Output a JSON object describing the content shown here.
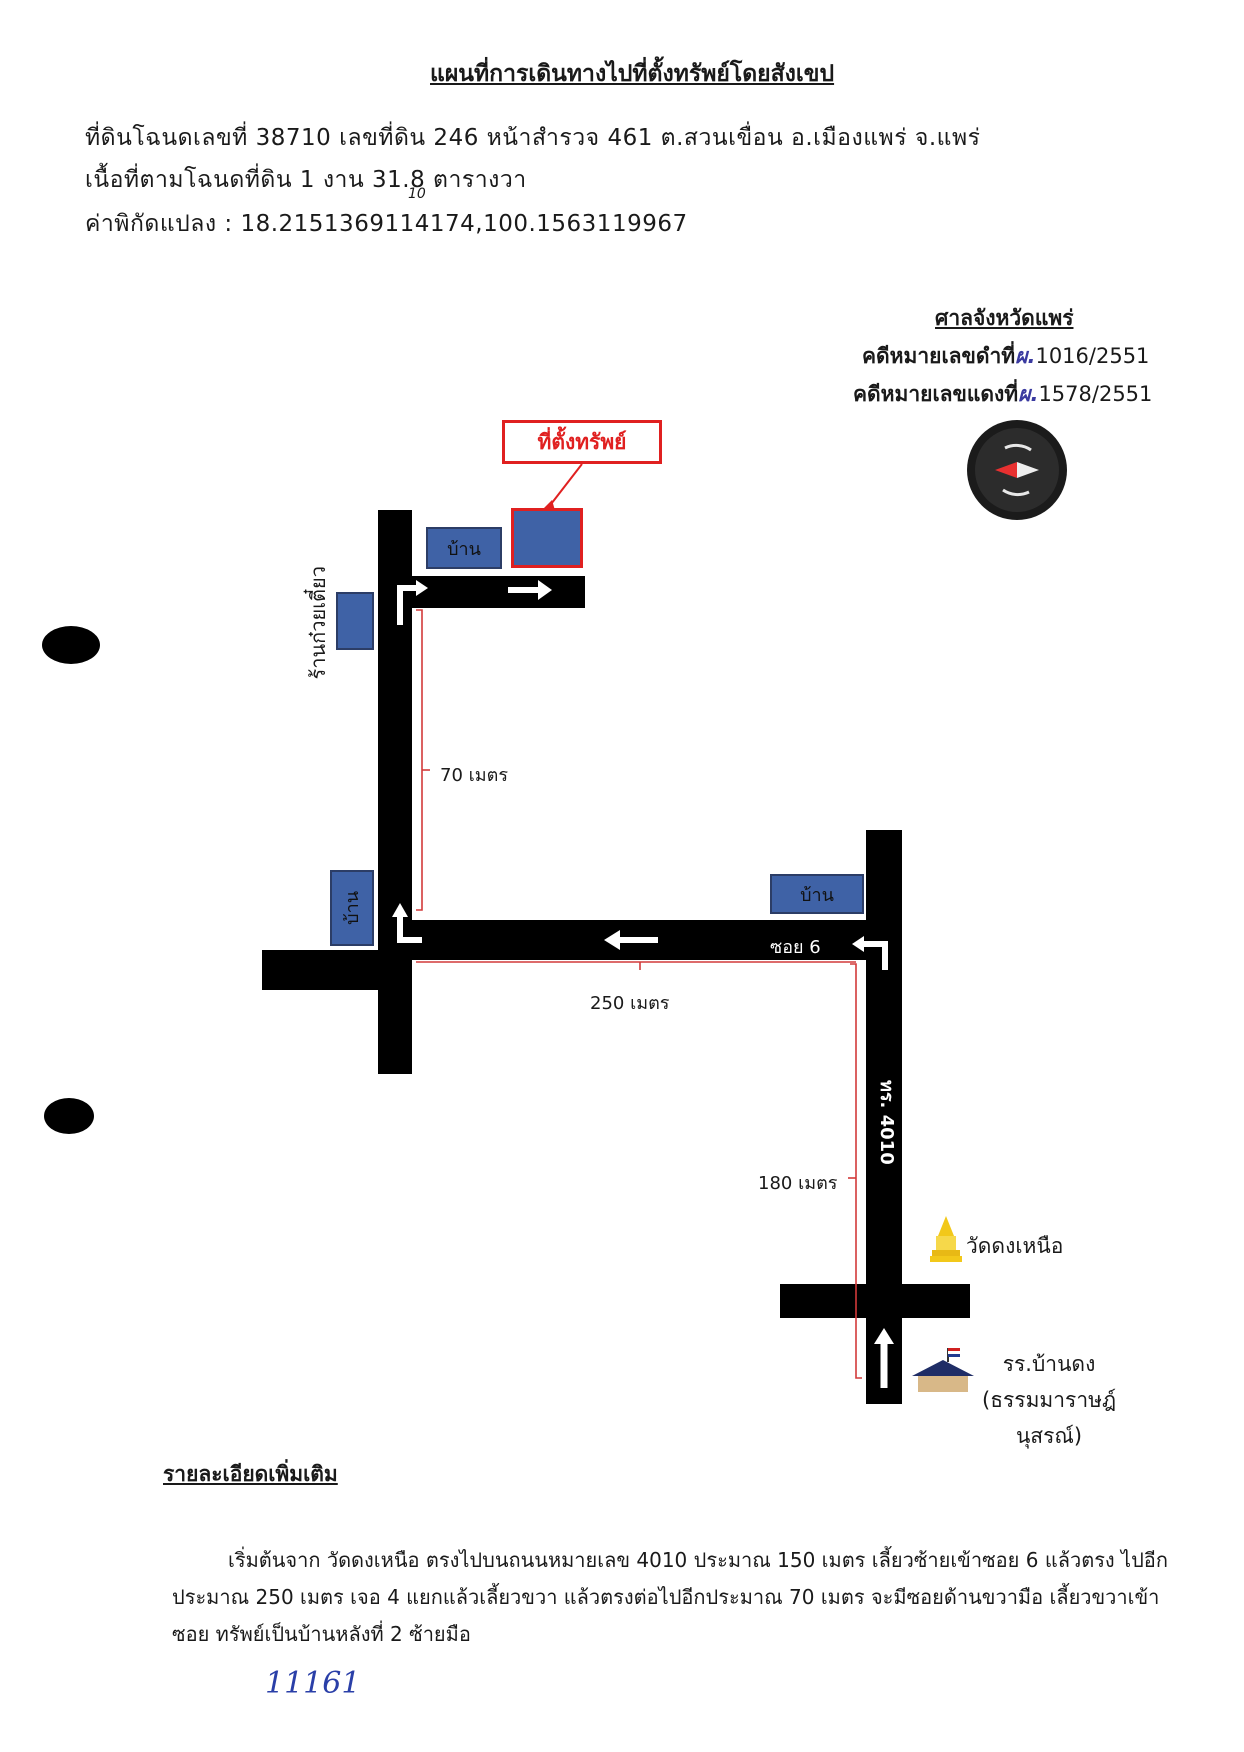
{
  "header": {
    "title": "แผนที่การเดินทางไปที่ตั้งทรัพย์โดยสังเขป",
    "line1": "ที่ดินโฉนดเลขที่  38710  เลขที่ดิน  246  หน้าสำรวจ  461  ต.สวนเขื่อน   อ.เมืองแพร่    จ.แพร่",
    "line2": "เนื้อที่ตามโฉนดที่ดิน  1 งาน  31.8  ตารางวา",
    "line2_annotation": "10",
    "line3": "ค่าพิกัดแปลง :    18.2151369114174,100.1563119967"
  },
  "court": {
    "name": "ศาลจังหวัดแพร่",
    "black_case_label": "คดีหมายเลขดำที่",
    "black_case_mark": "ผ.",
    "black_case_number": "1016/2551",
    "red_case_label": "คดีหมายเลขแดงที่",
    "red_case_mark": "ผ.",
    "red_case_number": "1578/2551"
  },
  "map": {
    "property_label": "ที่ตั้งทรัพย์",
    "house_label": "บ้าน",
    "noodle_shop": "ร้านก๋วยเตี๋ยว",
    "dist_70": "70 เมตร",
    "dist_250": "250 เมตร",
    "dist_180": "180 เมตร",
    "soi": "ซอย 6",
    "highway": "ทร. 4010",
    "temple": "วัดดงเหนือ",
    "school": "รร.บ้านดง\n(ธรรมมาราษฎ์\nนุสรณ์)",
    "colors": {
      "house": "#3f62a6",
      "property_frame": "#e02020",
      "route": "#d23a3a",
      "road": "#000000"
    }
  },
  "details": {
    "heading": "รายละเอียดเพิ่มเติม",
    "paragraph": "เริ่มต้นจาก วัดดงเหนือ ตรงไปบนถนนหมายเลข 4010 ประมาณ 150 เมตร เลี้ยวซ้ายเข้าซอย 6 แล้วตรง ไปอีกประมาณ 250 เมตร เจอ 4 แยกแล้วเลี้ยวขวา  แล้วตรงต่อไปอีกประมาณ 70 เมตร จะมีซอยด้านขวามือ เลี้ยวขวาเข้าซอย ทรัพย์เป็นบ้านหลังที่ 2 ซ้ายมือ"
  },
  "handwritten_note": "11161"
}
